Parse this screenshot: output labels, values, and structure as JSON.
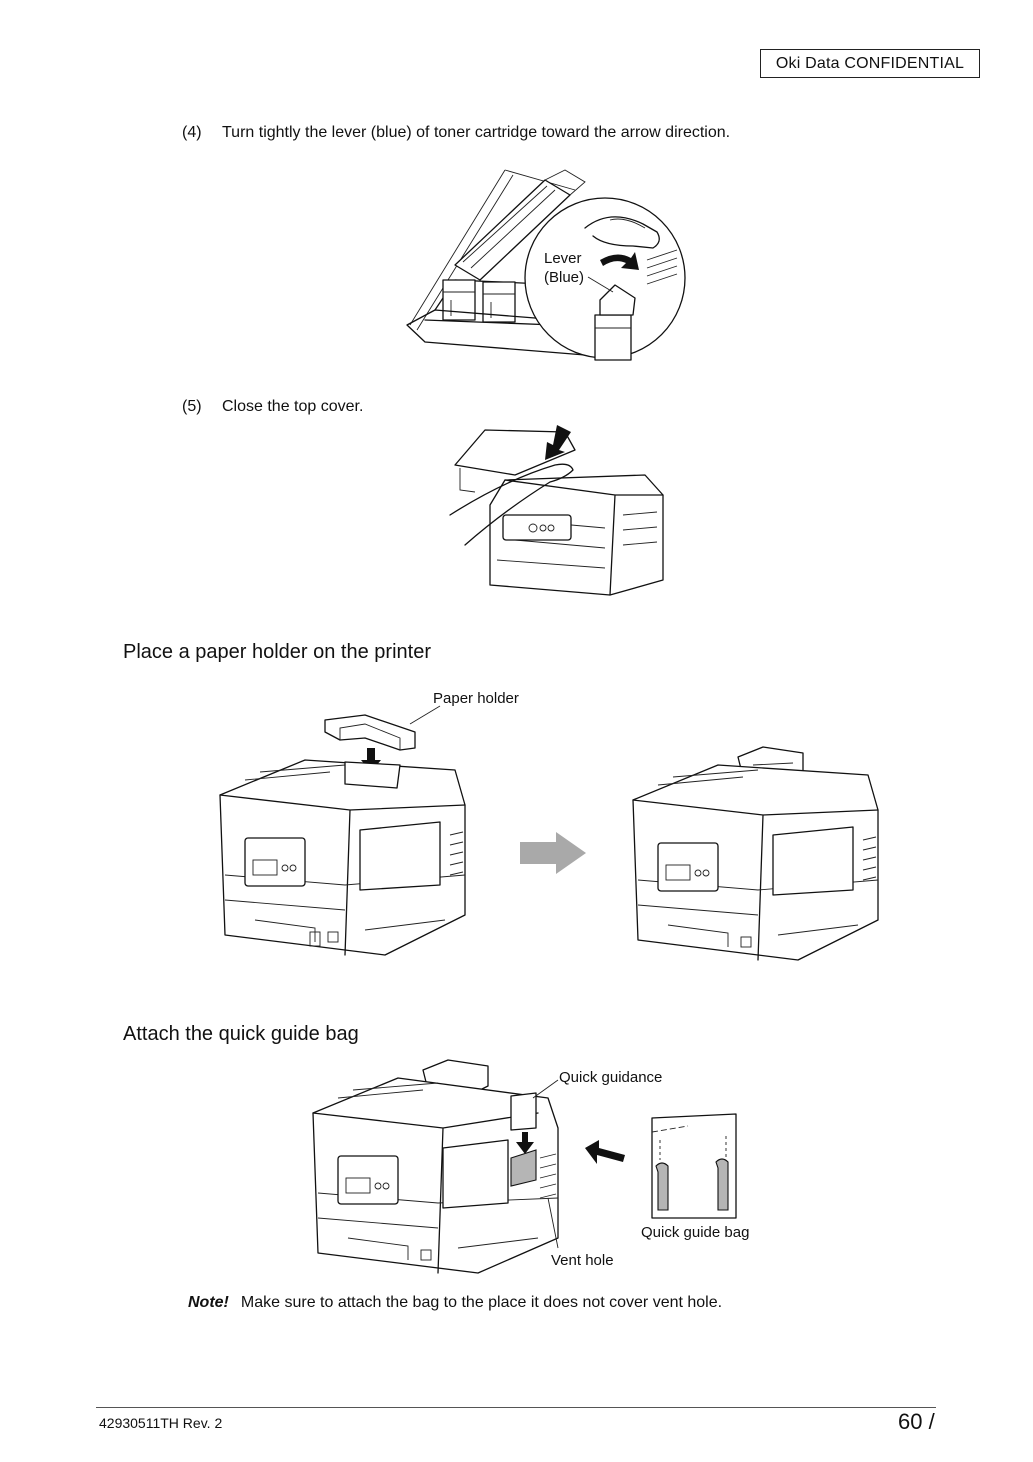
{
  "header": {
    "confidential_label": "Oki  Data  CONFIDENTIAL"
  },
  "step4": {
    "number": "(4)",
    "text": "Turn tightly the lever (blue) of toner cartridge toward the arrow direction.",
    "callout_line1": "Lever",
    "callout_line2": "(Blue)"
  },
  "step5": {
    "number": "(5)",
    "text": "Close the top cover."
  },
  "section_paper_holder": {
    "heading": "Place a paper holder on the printer",
    "callout": "Paper holder"
  },
  "section_guide_bag": {
    "heading": "Attach the quick guide bag",
    "callout_guidance": "Quick guidance",
    "callout_bag": "Quick guide bag",
    "callout_vent": "Vent hole"
  },
  "note": {
    "tag": "Note!",
    "text": "Make sure to attach the bag to the place it does not cover vent hole."
  },
  "footer": {
    "doc_number": "42930511TH  Rev. 2",
    "page_number": "60 /"
  }
}
